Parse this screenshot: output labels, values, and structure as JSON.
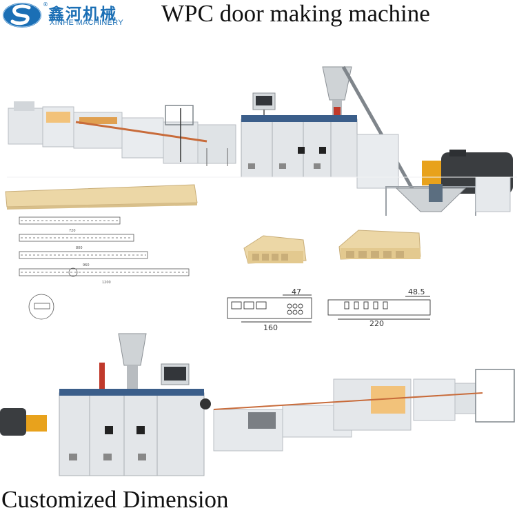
{
  "brand": {
    "name_cn": "鑫河机械",
    "name_en": "XINHE MACHINERY",
    "registered_mark": "®",
    "logo_icon": "xinhe-s-swirl-logo",
    "colors": {
      "brand_blue": "#1b6fb5",
      "machine_gray": "#d9dde0",
      "motor_dark": "#3a3d40",
      "accent_orange": "#e8a21c",
      "wood": "#ecd7a6"
    }
  },
  "header": {
    "title": "WPC door making machine"
  },
  "drawings": {
    "small_profiles": [
      "720",
      "800",
      "960",
      "1200"
    ],
    "profile_a": {
      "width": "160",
      "depth": "47"
    },
    "profile_b": {
      "width": "220",
      "depth": "48.5"
    }
  },
  "footer": {
    "caption": "Customized Dimension"
  }
}
